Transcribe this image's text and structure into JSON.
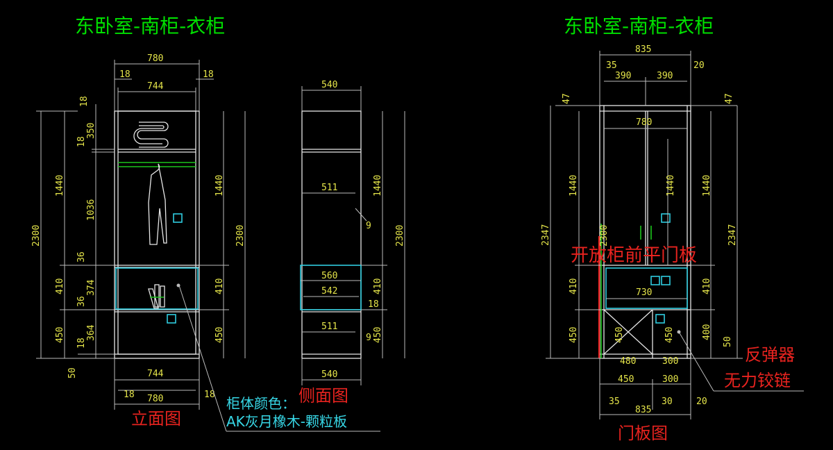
{
  "titles": {
    "left": "东卧室-南柜-衣柜",
    "right": "东卧室-南柜-衣柜"
  },
  "labels": {
    "elevation": "立面图",
    "side": "侧面图",
    "door": "门板图",
    "color_label": "柜体颜色：",
    "color_value": "AK灰月橡木-颗粒板",
    "front_door": "开放柜前平门板",
    "rebound": "反弹器",
    "hinge": "无力铰链"
  },
  "dims": {
    "front": {
      "total_width": "780",
      "inner_width": "744",
      "side_l": "18",
      "side_r": "18",
      "bottom_inner": "744",
      "bottom_side_l": "18",
      "bottom_outer": "780",
      "bottom_side_r": "18",
      "plinth": "50",
      "left_height": "2300",
      "left_h1": "1440",
      "left_h2": "410",
      "left_h3": "450",
      "inner_top": "18",
      "inner_350": "350",
      "inner_18a": "18",
      "inner_1036": "1036",
      "inner_36a": "36",
      "inner_374": "374",
      "inner_36b": "36",
      "inner_364": "364",
      "inner_18b": "18",
      "right_h1": "1440",
      "right_h2": "410",
      "right_h3": "450",
      "right_height": "2300"
    },
    "side": {
      "top_depth": "540",
      "shelf_depth": "511",
      "gap": "9",
      "d560": "560",
      "d542": "542",
      "d18": "18",
      "shelf_depth_low": "511",
      "gap_low": "9",
      "bottom_depth": "540",
      "right_h1": "1440",
      "right_h2": "410",
      "right_h3": "450",
      "right_height": "2300"
    },
    "door": {
      "total_width": "835",
      "left_gap": "35",
      "right_gap": "20",
      "door_l": "390",
      "door_r": "390",
      "inner_780": "780",
      "top_l": "47",
      "top_r": "47",
      "left_height": "2347",
      "left_1440": "1440",
      "left_410": "410",
      "left_450": "450",
      "mid_1440": "1440",
      "mid_2300": "2300",
      "mid_730": "730",
      "mid_450": "450",
      "mid_450b": "450",
      "w480": "480",
      "w300": "300",
      "right_1440": "1440",
      "right_410": "410",
      "right_400": "400",
      "right_50": "50",
      "right_height": "2347",
      "b450": "450",
      "b300": "300",
      "b35": "35",
      "b30": "30",
      "b20": "20",
      "b835": "835"
    }
  },
  "colors": {
    "title": "#00e000",
    "dimension": "#e5e54a",
    "label_red": "#e8231f",
    "label_cyan": "#37d7e6",
    "outline": "#e8e8e8",
    "hanging_rail": "#1cc61c",
    "drawer_box": "#2fcde0"
  }
}
